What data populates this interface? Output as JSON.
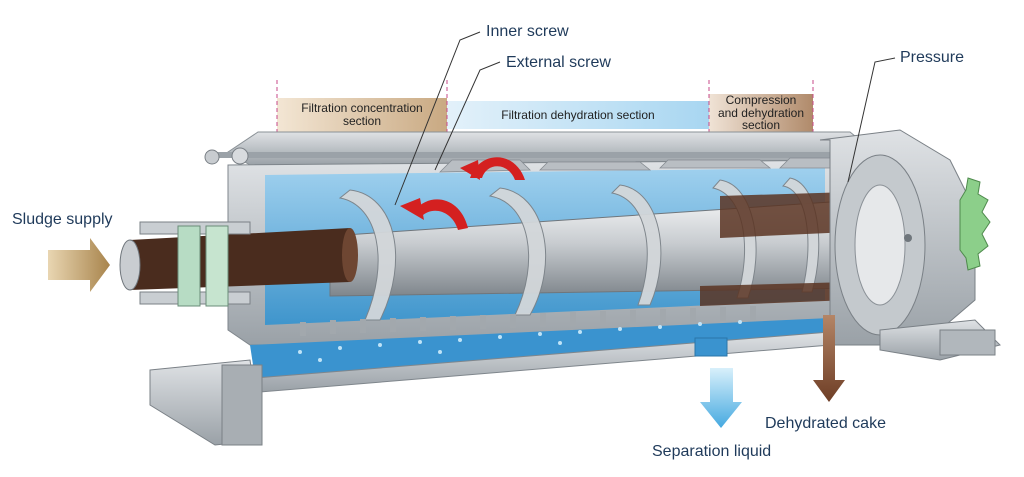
{
  "labels": {
    "inner_screw": "Inner screw",
    "external_screw": "External screw",
    "pressure": "Pressure",
    "sludge_supply": "Sludge supply",
    "dehydrated_cake": "Dehydrated cake",
    "separation_liquid": "Separation liquid"
  },
  "sections": {
    "filtration_concentration": {
      "line1": "Filtration concentration",
      "line2": "section"
    },
    "filtration_dehydration": {
      "line1": "Filtration dehydration section"
    },
    "compression_dehydration": {
      "line1": "Compression",
      "line2": "and dehydration",
      "line3": "section"
    }
  },
  "colors": {
    "sludge_arrow": "#a8844c",
    "cake_arrow": "#7a4a30",
    "liquid_arrow": "#5ab8e8",
    "rotation_arrow": "#d42020",
    "water": "#6fb6e0",
    "sludge_core": "#4a2c1e",
    "steel": "#c9cdd1",
    "label_text": "#1f3a5a"
  },
  "icons": [
    "rotation-arrow-icon",
    "sludge-supply-arrow-icon",
    "dehydrated-cake-arrow-icon",
    "separation-liquid-arrow-icon"
  ]
}
